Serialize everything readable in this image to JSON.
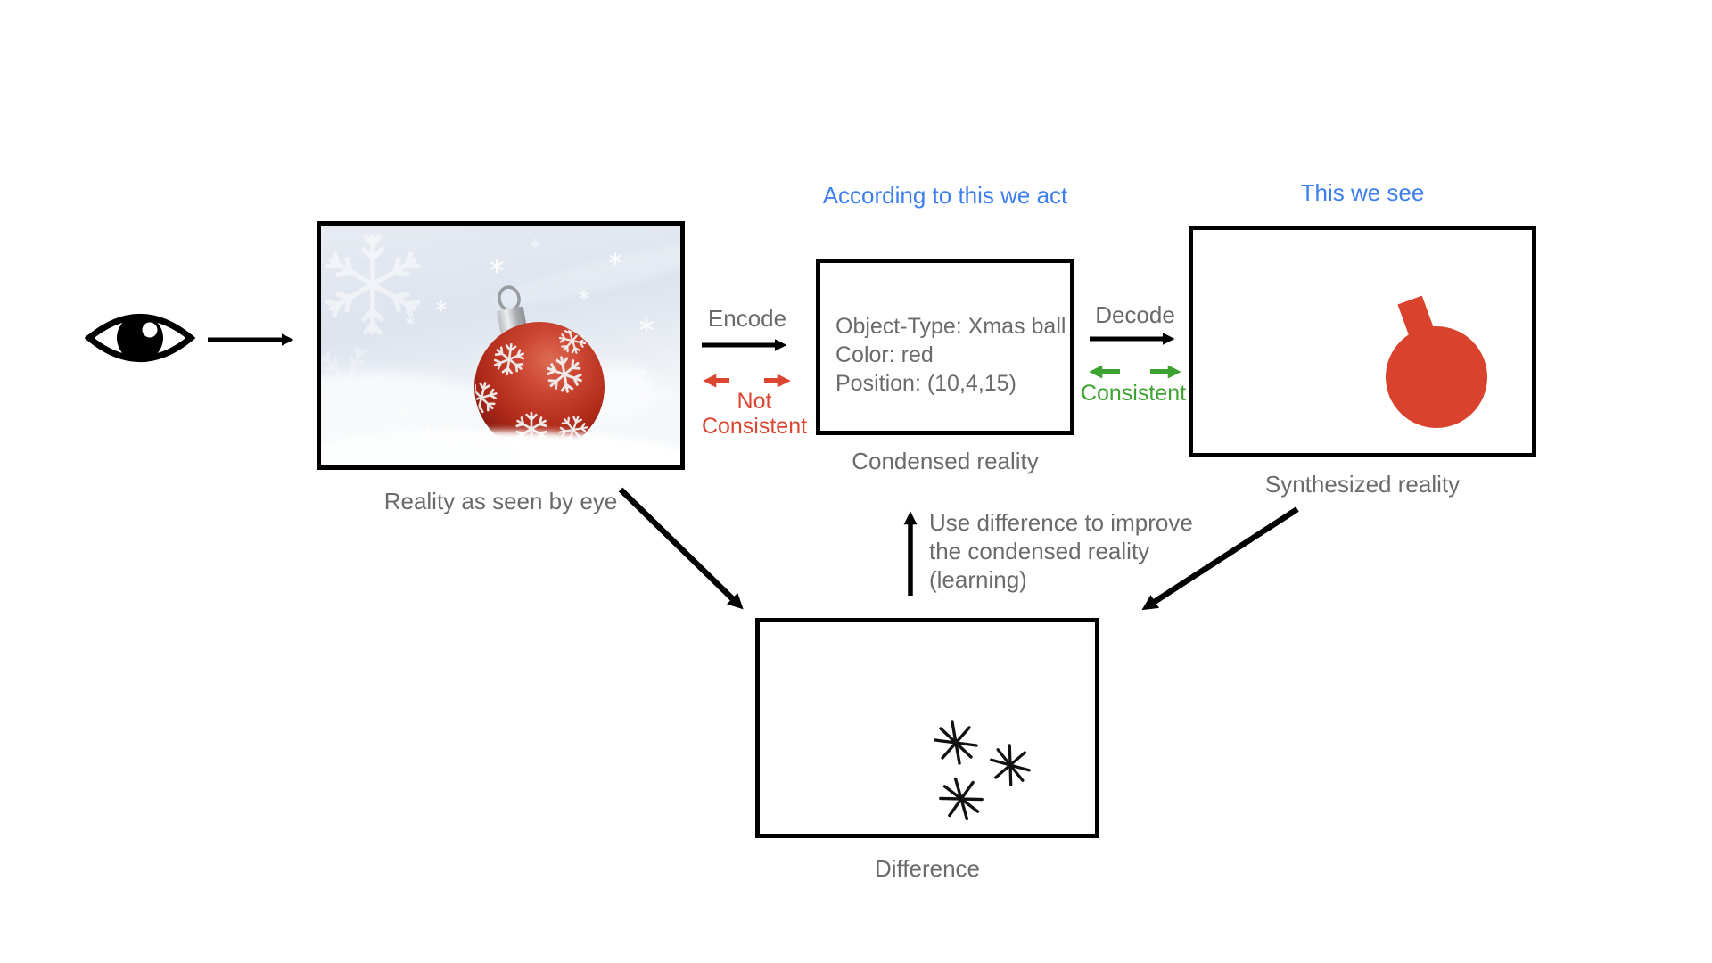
{
  "colors": {
    "blue": "#3D7FF0",
    "red": "#DC4530",
    "green": "#3EA232",
    "gray": "#6B6B6B",
    "ball_red": "#D9422C"
  },
  "headings": {
    "according": "According to this we act",
    "this_we_see": "This we see"
  },
  "photo_panel": {
    "caption": "Reality as seen by eye",
    "photo_subject": "red Christmas ball on snow"
  },
  "condensed_panel": {
    "lines": [
      "Object-Type: Xmas ball",
      "Color: red",
      "Position: (10,4,15)"
    ],
    "caption": "Condensed reality"
  },
  "synthesized_panel": {
    "caption": "Synthesized reality"
  },
  "difference_panel": {
    "caption": "Difference"
  },
  "labels": {
    "encode": "Encode",
    "decode": "Decode",
    "not_line1": "Not",
    "not_line2": "Consistent",
    "consistent": "Consistent",
    "note_line1": "Use difference to improve",
    "note_line2": "the condensed reality",
    "note_line3": "(learning)"
  },
  "icons": {
    "eye": "eye-icon",
    "difference_marks": "snowflake-asterisks"
  }
}
